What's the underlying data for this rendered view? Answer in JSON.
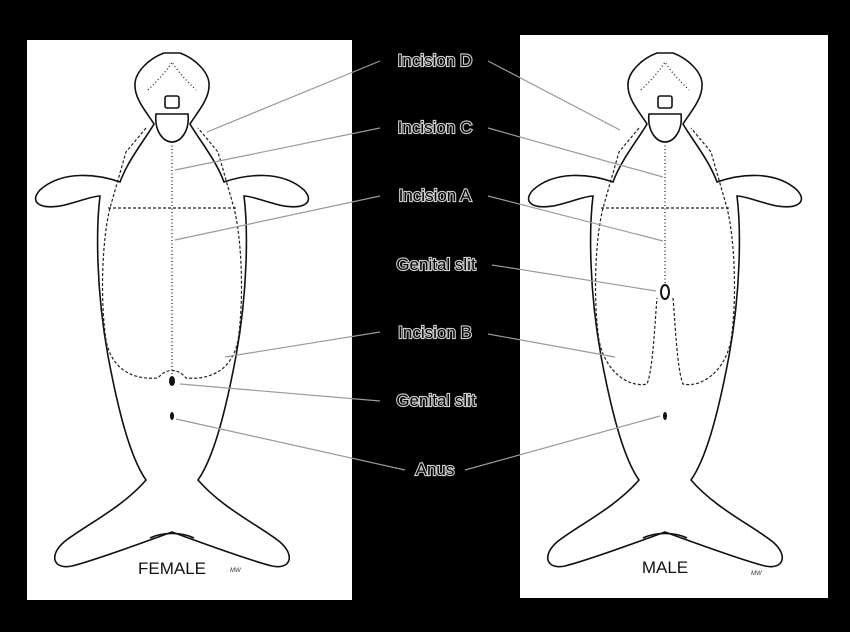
{
  "labels": {
    "incision_d": "Incision D",
    "incision_c": "Incision C",
    "incision_a": "Incision A",
    "genital_slit_male": "Genital slit",
    "incision_b": "Incision B",
    "genital_slit_female": "Genital slit",
    "anus": "Anus"
  },
  "panels": {
    "female_caption": "FEMALE",
    "male_caption": "MALE"
  },
  "colors": {
    "background": "#000000",
    "panel": "#ffffff",
    "label_text": "#000000",
    "label_outline": "#cfcfcf",
    "leader_line": "#9a9a9a"
  }
}
